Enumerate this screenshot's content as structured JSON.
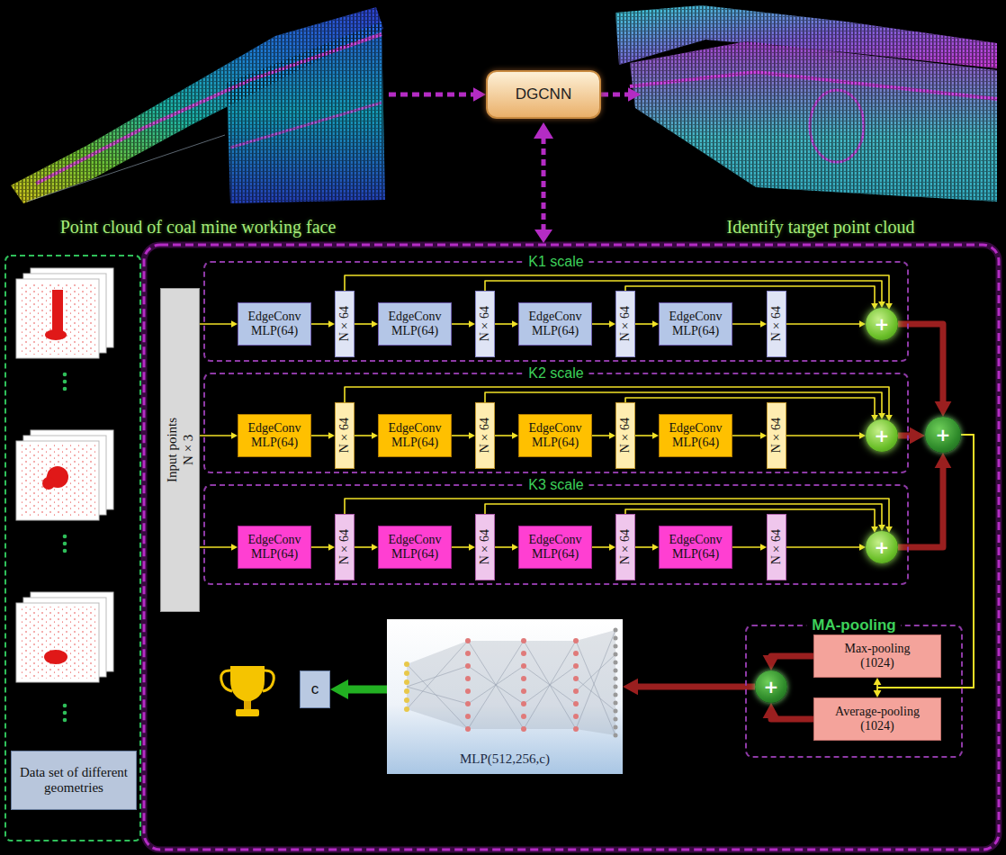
{
  "diagram": {
    "nodes": [
      {
        "text": [
          "Point cloud of coal mine working face"
        ]
      },
      {
        "text": [
          "DGCNN"
        ]
      },
      {
        "text": [
          "Identify target point cloud"
        ]
      },
      {
        "text": [
          "Data set of different geometries"
        ]
      },
      {
        "text": [
          "Input points N×3"
        ]
      },
      {
        "text": [
          "K1 scale"
        ]
      },
      {
        "text": [
          "EdgeConv MLP(64)"
        ],
        "in": 5
      },
      {
        "text": [
          "N×64"
        ],
        "in": 5
      },
      {
        "text": [
          "EdgeConv MLP(64)"
        ],
        "in": 5
      },
      {
        "text": [
          "N×64"
        ],
        "in": 5
      },
      {
        "text": [
          "EdgeConv MLP(64)"
        ],
        "in": 5
      },
      {
        "text": [
          "N×64"
        ],
        "in": 5
      },
      {
        "text": [
          "EdgeConv MLP(64)"
        ],
        "in": 5
      },
      {
        "text": [
          "N×64"
        ],
        "in": 5
      },
      {
        "text": [
          "+"
        ],
        "in": 5
      },
      {
        "text": [
          "K2 scale"
        ]
      },
      {
        "text": [
          "EdgeConv MLP(64)"
        ],
        "in": 15
      },
      {
        "text": [
          "N×64"
        ],
        "in": 15
      },
      {
        "text": [
          "EdgeConv MLP(64)"
        ],
        "in": 15
      },
      {
        "text": [
          "N×64"
        ],
        "in": 15
      },
      {
        "text": [
          "EdgeConv MLP(64)"
        ],
        "in": 15
      },
      {
        "text": [
          "N×64"
        ],
        "in": 15
      },
      {
        "text": [
          "EdgeConv MLP(64)"
        ],
        "in": 15
      },
      {
        "text": [
          "N×64"
        ],
        "in": 15
      },
      {
        "text": [
          "+"
        ],
        "in": 15
      },
      {
        "text": [
          "K3 scale"
        ]
      },
      {
        "text": [
          "EdgeConv MLP(64)"
        ],
        "in": 25
      },
      {
        "text": [
          "N×64"
        ],
        "in": 25
      },
      {
        "text": [
          "EdgeConv MLP(64)"
        ],
        "in": 25
      },
      {
        "text": [
          "N×64"
        ],
        "in": 25
      },
      {
        "text": [
          "EdgeConv MLP(64)"
        ],
        "in": 25
      },
      {
        "text": [
          "N×64"
        ],
        "in": 25
      },
      {
        "text": [
          "EdgeConv MLP(64)"
        ],
        "in": 25
      },
      {
        "text": [
          "N×64"
        ],
        "in": 25
      },
      {
        "text": [
          "+"
        ],
        "in": 25
      },
      {
        "text": [
          "+"
        ]
      },
      {
        "text": [
          "MA-pooling"
        ]
      },
      {
        "text": [
          "Max-pooling (1024)"
        ],
        "in": 36
      },
      {
        "text": [
          "Average-pooling (1024)"
        ],
        "in": 36
      },
      {
        "text": [
          "+"
        ],
        "in": 36
      },
      {
        "text": [
          "MLP(512,256,c)"
        ]
      },
      {
        "text": [
          "c"
        ]
      }
    ],
    "edges": [
      {
        "from": 0,
        "to": 1,
        "arrow": "to"
      },
      {
        "from": 1,
        "to": 2,
        "arrow": "to"
      },
      {
        "from": 4,
        "to": 6,
        "arrow": "to"
      },
      {
        "from": 4,
        "to": 16,
        "arrow": "to"
      },
      {
        "from": 4,
        "to": 26,
        "arrow": "to"
      },
      {
        "from": 6,
        "to": 7,
        "arrow": "to"
      },
      {
        "from": 7,
        "to": 8,
        "arrow": "to"
      },
      {
        "from": 8,
        "to": 9,
        "arrow": "to"
      },
      {
        "from": 9,
        "to": 10,
        "arrow": "to"
      },
      {
        "from": 10,
        "to": 11,
        "arrow": "to"
      },
      {
        "from": 11,
        "to": 12,
        "arrow": "to"
      },
      {
        "from": 12,
        "to": 13,
        "arrow": "to"
      },
      {
        "from": 13,
        "to": 14,
        "arrow": "to"
      },
      {
        "from": 7,
        "to": 14,
        "arrow": "to"
      },
      {
        "from": 9,
        "to": 14,
        "arrow": "to"
      },
      {
        "from": 11,
        "to": 14,
        "arrow": "to"
      },
      {
        "from": 16,
        "to": 17,
        "arrow": "to"
      },
      {
        "from": 17,
        "to": 18,
        "arrow": "to"
      },
      {
        "from": 18,
        "to": 19,
        "arrow": "to"
      },
      {
        "from": 19,
        "to": 20,
        "arrow": "to"
      },
      {
        "from": 20,
        "to": 21,
        "arrow": "to"
      },
      {
        "from": 21,
        "to": 22,
        "arrow": "to"
      },
      {
        "from": 22,
        "to": 23,
        "arrow": "to"
      },
      {
        "from": 23,
        "to": 24,
        "arrow": "to"
      },
      {
        "from": 17,
        "to": 24,
        "arrow": "to"
      },
      {
        "from": 19,
        "to": 24,
        "arrow": "to"
      },
      {
        "from": 21,
        "to": 24,
        "arrow": "to"
      },
      {
        "from": 26,
        "to": 27,
        "arrow": "to"
      },
      {
        "from": 27,
        "to": 28,
        "arrow": "to"
      },
      {
        "from": 28,
        "to": 29,
        "arrow": "to"
      },
      {
        "from": 29,
        "to": 30,
        "arrow": "to"
      },
      {
        "from": 30,
        "to": 31,
        "arrow": "to"
      },
      {
        "from": 31,
        "to": 32,
        "arrow": "to"
      },
      {
        "from": 32,
        "to": 33,
        "arrow": "to"
      },
      {
        "from": 33,
        "to": 34,
        "arrow": "to"
      },
      {
        "from": 27,
        "to": 34,
        "arrow": "to"
      },
      {
        "from": 29,
        "to": 34,
        "arrow": "to"
      },
      {
        "from": 31,
        "to": 34,
        "arrow": "to"
      },
      {
        "from": 14,
        "to": 35,
        "arrow": "to"
      },
      {
        "from": 24,
        "to": 35,
        "arrow": "to"
      },
      {
        "from": 34,
        "to": 35,
        "arrow": "to"
      },
      {
        "from": 35,
        "to": 37,
        "arrow": "to"
      },
      {
        "from": 35,
        "to": 38,
        "arrow": "to"
      },
      {
        "from": 37,
        "to": 39,
        "arrow": "to"
      },
      {
        "from": 38,
        "to": 39,
        "arrow": "to"
      },
      {
        "from": 39,
        "to": 40,
        "arrow": "to"
      },
      {
        "from": 40,
        "to": 41,
        "arrow": "to"
      }
    ]
  }
}
